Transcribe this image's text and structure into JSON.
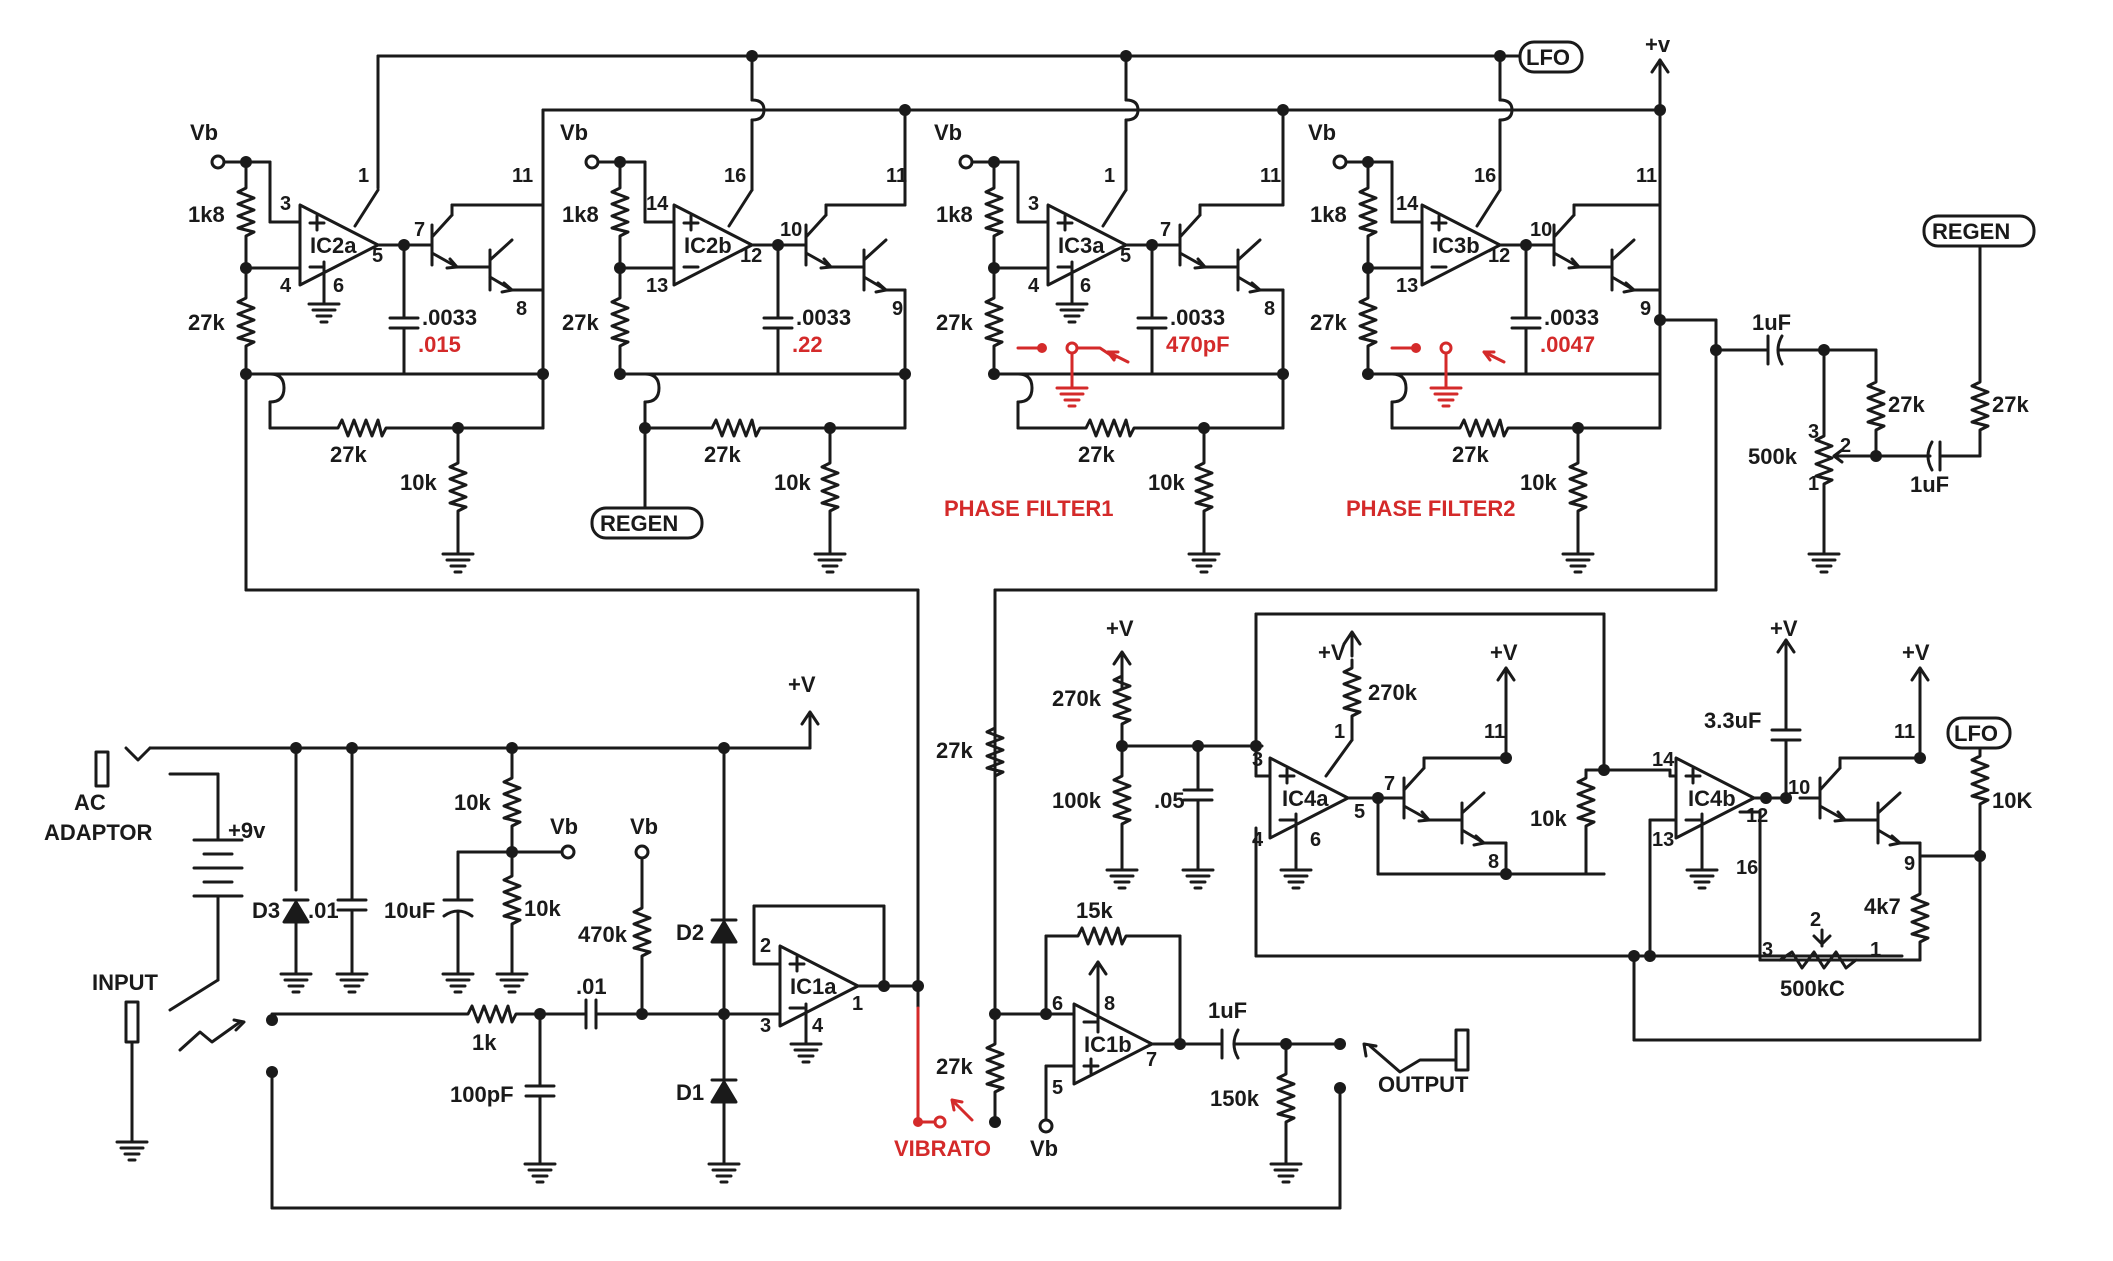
{
  "stages": [
    {
      "ic": "IC2a",
      "pin_in": "3",
      "pin_inv": "4",
      "pin_out": "5",
      "pin_gnd": "6",
      "pin_pwr": "1",
      "q_base": "7",
      "q_c": "11",
      "q_e": "8",
      "cap": ".0033",
      "cap_alt": ".015",
      "r_in": "1k8",
      "r_div": "27k",
      "r_fb": "27k",
      "r_load": "10k",
      "vb": "Vb"
    },
    {
      "ic": "IC2b",
      "pin_in": "14",
      "pin_inv": "13",
      "pin_out": "12",
      "pin_gnd": "",
      "pin_pwr": "16",
      "q_base": "10",
      "q_c": "11",
      "q_e": "9",
      "cap": ".0033",
      "cap_alt": ".22",
      "r_in": "1k8",
      "r_div": "27k",
      "r_fb": "27k",
      "r_load": "10k",
      "vb": "Vb"
    },
    {
      "ic": "IC3a",
      "pin_in": "3",
      "pin_inv": "4",
      "pin_out": "5",
      "pin_gnd": "6",
      "pin_pwr": "1",
      "q_base": "7",
      "q_c": "11",
      "q_e": "8",
      "cap": ".0033",
      "cap_alt": "470pF",
      "r_in": "1k8",
      "r_div": "27k",
      "r_fb": "27k",
      "r_load": "10k",
      "vb": "Vb"
    },
    {
      "ic": "IC3b",
      "pin_in": "14",
      "pin_inv": "13",
      "pin_out": "12",
      "pin_gnd": "",
      "pin_pwr": "16",
      "q_base": "10",
      "q_c": "11",
      "q_e": "9",
      "cap": ".0033",
      "cap_alt": ".0047",
      "r_in": "1k8",
      "r_div": "27k",
      "r_fb": "27k",
      "r_load": "10k",
      "vb": "Vb"
    }
  ],
  "tags": {
    "lfo": "LFO",
    "regen": "REGEN",
    "vplus": "+v",
    "vplus_cap": "+V"
  },
  "phase_filter1": "PHASE FILTER1",
  "phase_filter2": "PHASE FILTER2",
  "regen_section": {
    "cap1": "1uF",
    "cap2": "1uF",
    "r1": "27k",
    "r2": "27k",
    "pot": "500k",
    "pot_pin1": "1",
    "pot_pin2": "2",
    "pot_pin3": "3"
  },
  "input_section": {
    "ac_adaptor_line1": "AC",
    "ac_adaptor_line2": "ADAPTOR",
    "battery": "+9v",
    "input": "INPUT",
    "d3": "D3",
    "c_01": ".01",
    "r_10k_top": "10k",
    "r_10k_bot": "10k",
    "c_10uF": "10uF",
    "vb1": "Vb",
    "vb2": "Vb",
    "r_470k": "470k",
    "d2": "D2",
    "d1": "D1",
    "r_1k": "1k",
    "c_100pF": "100pF",
    "c_01b": ".01",
    "ic1a": "IC1a",
    "p2": "2",
    "p3": "3",
    "p4": "4",
    "p1": "1"
  },
  "vibrato_section": {
    "r_27k_top": "27k",
    "r_27k_bot": "27k",
    "vibrato": "VIBRATO",
    "ic1b": "IC1b",
    "p6": "6",
    "p8": "8",
    "p5": "5",
    "p7": "7",
    "r_15k": "15k",
    "vb": "Vb",
    "c_1uF": "1uF",
    "r_150k": "150k",
    "output": "OUTPUT"
  },
  "lfo_section": {
    "r_270k_a": "270k",
    "r_100k": "100k",
    "c_05": ".05",
    "r_270k_b": "270k",
    "ic4a": "IC4a",
    "a3": "3",
    "a4": "4",
    "a5": "5",
    "a6": "6",
    "a1": "1",
    "q_7": "7",
    "q_11": "11",
    "q_8": "8",
    "r_10k": "10k",
    "c_33uF": "3.3uF",
    "ic4b": "IC4b",
    "b14": "14",
    "b13": "13",
    "b12": "12",
    "b16": "16",
    "q2_10": "10",
    "q2_11": "11",
    "q2_9": "9",
    "r_10K": "10K",
    "r_4k7": "4k7",
    "pot": "500kC",
    "pp1": "1",
    "pp2": "2",
    "pp3": "3"
  }
}
